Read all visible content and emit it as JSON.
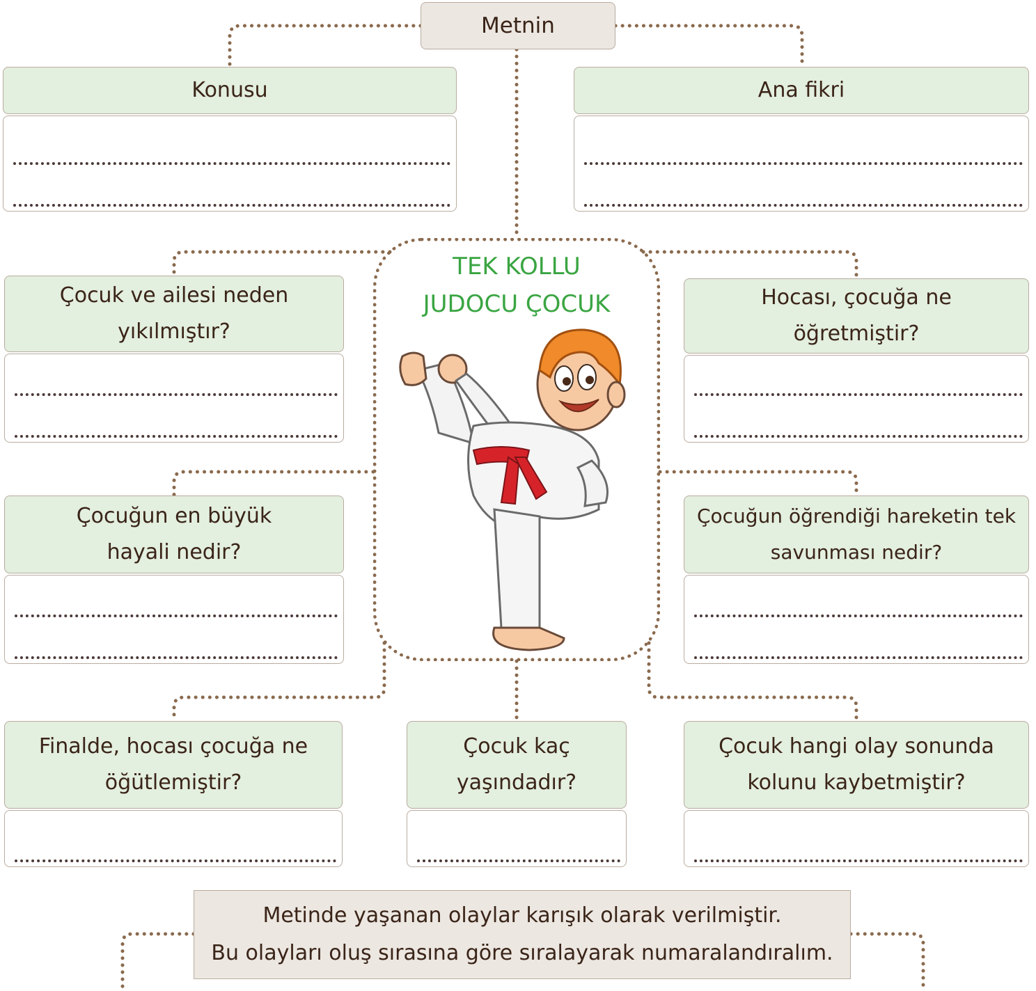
{
  "top": {
    "label": "Metnin"
  },
  "topic": {
    "label": "Konusu"
  },
  "main_idea": {
    "label": "Ana fikri"
  },
  "center": {
    "title_line1": "TEK KOLLU",
    "title_line2": "JUDOCU ÇOCUK"
  },
  "questions": {
    "q1": {
      "line1": "Çocuk ve ailesi neden",
      "line2": "yıkılmıştır?"
    },
    "q2": {
      "line1": "Hocası, çocuğa ne",
      "line2": "öğretmiştir?"
    },
    "q3": {
      "line1": "Çocuğun en büyük",
      "line2": "hayali nedir?"
    },
    "q4": {
      "line1": "Çocuğun öğrendiği hareketin tek",
      "line2": "savunması nedir?"
    },
    "q5": {
      "line1": "Finalde, hocası çocuğa ne",
      "line2": "öğütlemiştir?"
    },
    "q6": {
      "line1": "Çocuk kaç",
      "line2": "yaşındadır?"
    },
    "q7": {
      "line1": "Çocuk hangi olay sonunda",
      "line2": "kolunu kaybetmiştir?"
    }
  },
  "instructions": {
    "line1": "Metinde yaşanan olaylar karışık olarak verilmiştir.",
    "line2": "Bu olayları oluş sırasına göre sıralayarak numaralandıralım."
  },
  "colors": {
    "header_green": "#e3efdf",
    "title_green": "#3aa542",
    "connector": "#8a6a4e",
    "neutral_box": "#ece7e1"
  }
}
